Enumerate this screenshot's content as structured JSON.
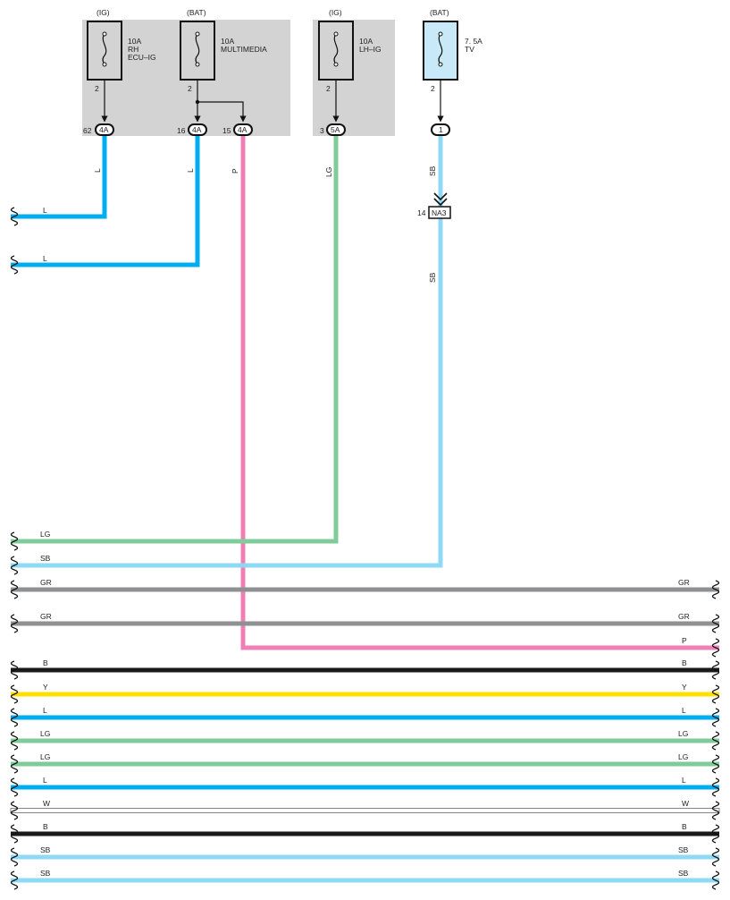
{
  "colors": {
    "L": "#00adef",
    "P": "#ef7fb4",
    "LG": "#7fcb99",
    "SB": "#8fd8f6",
    "GR": "#8f9092",
    "B": "#1a1a1a",
    "Y": "#ffe000",
    "W": "#ffffff",
    "panel": "#d3d3d4",
    "fuse_tv_fill": "#c8eaf8"
  },
  "fuses": [
    {
      "supply": "(IG)",
      "lines": [
        "10A",
        "RH",
        "ECU–IG"
      ],
      "pin": "2"
    },
    {
      "supply": "(BAT)",
      "lines": [
        "10A",
        "MULTIMEDIA"
      ],
      "pin": "2"
    },
    {
      "supply": "(IG)",
      "lines": [
        "10A",
        "LH–IG"
      ],
      "pin": "2"
    },
    {
      "supply": "(BAT)",
      "lines": [
        "7. 5A",
        "TV"
      ],
      "pin": "2"
    }
  ],
  "connectors": [
    {
      "pin": "62",
      "code": "4A"
    },
    {
      "pin": "16",
      "code": "4A"
    },
    {
      "pin": "15",
      "code": "4A"
    },
    {
      "pin": "3",
      "code": "5A"
    },
    {
      "pin": "",
      "code": "1"
    }
  ],
  "junction": {
    "pin": "14",
    "code": "NA3"
  },
  "vertical_wire_labels": [
    "L",
    "L",
    "P",
    "LG",
    "SB",
    "SB"
  ],
  "branch_labels": [
    "L",
    "L"
  ],
  "bus_wires": [
    {
      "color": "LG",
      "left": "LG",
      "right": ""
    },
    {
      "color": "SB",
      "left": "SB",
      "right": ""
    },
    {
      "color": "GR",
      "left": "GR",
      "right": "GR"
    },
    {
      "color": "GR",
      "left": "GR",
      "right": "GR"
    },
    {
      "color": "P",
      "left": "",
      "right": "P"
    },
    {
      "color": "B",
      "left": "B",
      "right": "B"
    },
    {
      "color": "Y",
      "left": "Y",
      "right": "Y"
    },
    {
      "color": "L",
      "left": "L",
      "right": "L"
    },
    {
      "color": "LG",
      "left": "LG",
      "right": "LG"
    },
    {
      "color": "LG",
      "left": "LG",
      "right": "LG"
    },
    {
      "color": "L",
      "left": "L",
      "right": "L"
    },
    {
      "color": "W",
      "left": "W",
      "right": "W"
    },
    {
      "color": "B",
      "left": "B",
      "right": "B"
    },
    {
      "color": "SB",
      "left": "SB",
      "right": "SB"
    },
    {
      "color": "SB",
      "left": "SB",
      "right": "SB"
    }
  ]
}
